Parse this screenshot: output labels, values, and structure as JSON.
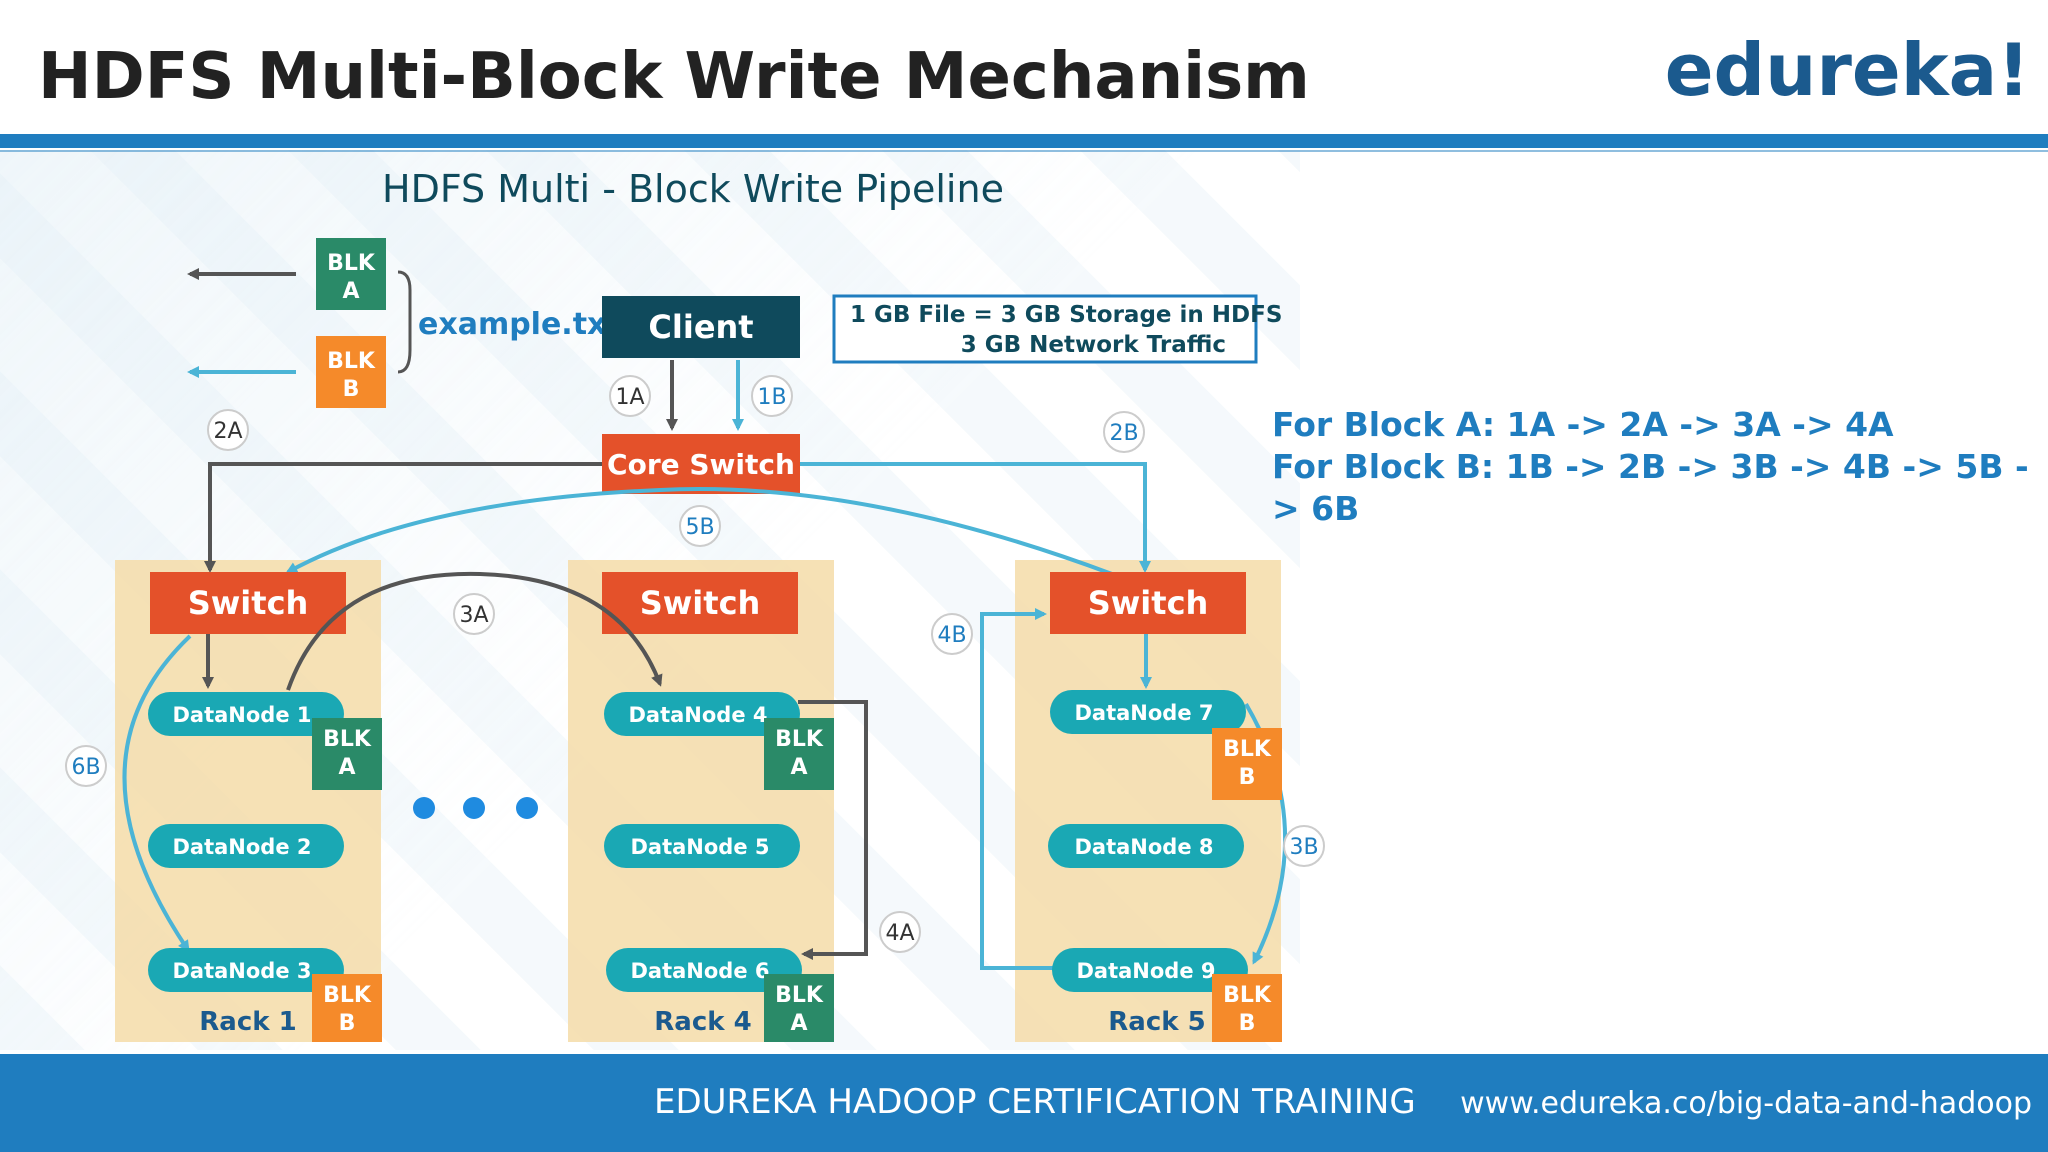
{
  "header": {
    "title": "HDFS Multi-Block Write Mechanism",
    "logo": "edureka!"
  },
  "diagram": {
    "subtitle": "HDFS Multi - Block Write Pipeline",
    "file_name": "example.txt",
    "client": "Client",
    "core_switch": "Core Switch",
    "info_box": {
      "line1": "1 GB File = 3 GB Storage in HDFS",
      "line2": "3 GB Network Traffic"
    },
    "blocks": {
      "blk": "BLK",
      "a": "A",
      "b": "B"
    },
    "step_labels": [
      "1A",
      "1B",
      "2A",
      "2B",
      "3A",
      "3B",
      "4A",
      "4B",
      "5B",
      "6B"
    ],
    "racks": [
      {
        "switch": "Switch",
        "nodes": [
          "DataNode 1",
          "DataNode 2",
          "DataNode 3"
        ],
        "label": "Rack 1"
      },
      {
        "switch": "Switch",
        "nodes": [
          "DataNode 4",
          "DataNode 5",
          "DataNode 6"
        ],
        "label": "Rack 4"
      },
      {
        "switch": "Switch",
        "nodes": [
          "DataNode 7",
          "DataNode 8",
          "DataNode 9"
        ],
        "label": "Rack 5"
      }
    ]
  },
  "block_order": {
    "block_a": "For Block A: 1A -> 2A -> 3A -> 4A",
    "block_b": "For Block B: 1B -> 2B -> 3B -> 4B -> 5B -> 6B"
  },
  "footer": {
    "label": "EDUREKA HADOOP CERTIFICATION TRAINING",
    "url": "www.edureka.co/big-data-and-hadoop"
  },
  "colors": {
    "accent_blue": "#1f7dbf",
    "switch_orange": "#e4512a",
    "datanode_teal": "#1aa8b4",
    "block_green": "#2a8a68",
    "block_orange": "#f58a2a",
    "client_navy": "#0f4a5c",
    "rack_tan": "#f4dca8",
    "arrow_light_blue": "#4bb4d6",
    "arrow_gray": "#555555"
  }
}
